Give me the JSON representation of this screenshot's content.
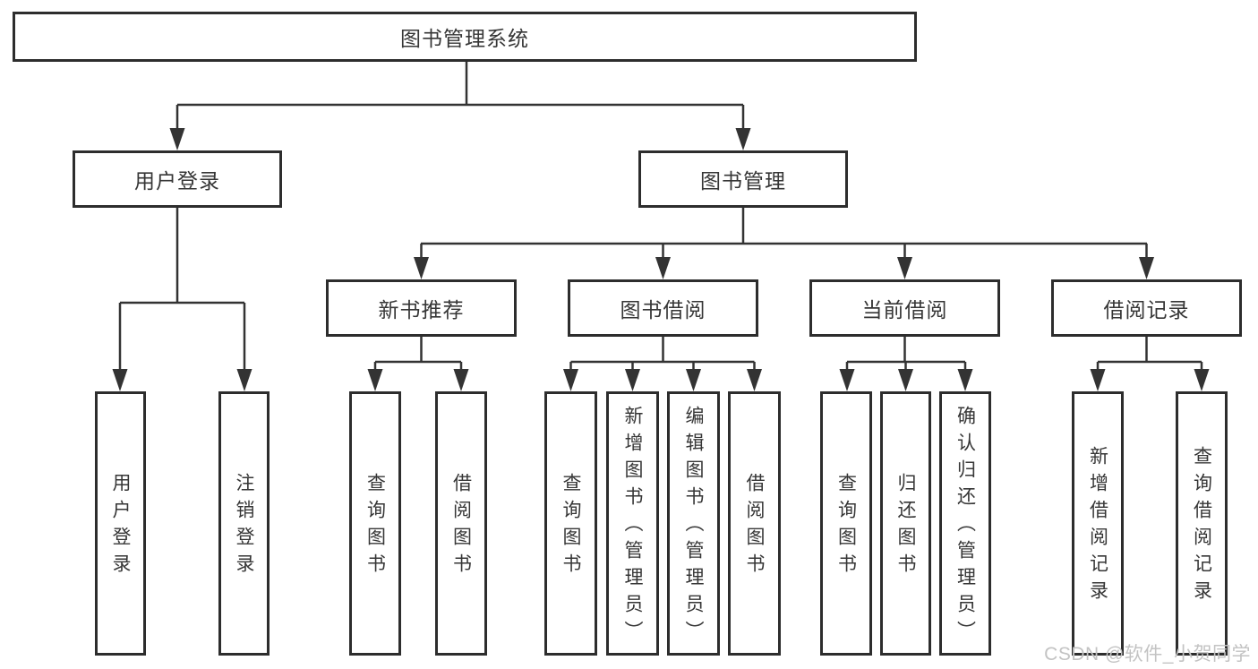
{
  "tree": {
    "root": {
      "label": "图书管理系统"
    },
    "level1": [
      {
        "label": "用户登录",
        "children": [
          {
            "label": "用户登录"
          },
          {
            "label": "注销登录"
          }
        ]
      },
      {
        "label": "图书管理",
        "children": [
          {
            "label": "新书推荐",
            "children": [
              {
                "label": "查询图书"
              },
              {
                "label": "借阅图书"
              }
            ]
          },
          {
            "label": "图书借阅",
            "children": [
              {
                "label": "查询图书"
              },
              {
                "label": "新增图书（管理员）"
              },
              {
                "label": "编辑图书（管理员）"
              },
              {
                "label": "借阅图书"
              }
            ]
          },
          {
            "label": "当前借阅",
            "children": [
              {
                "label": "查询图书"
              },
              {
                "label": "归还图书"
              },
              {
                "label": "确认归还（管理员）"
              }
            ]
          },
          {
            "label": "借阅记录",
            "children": [
              {
                "label": "新增借阅记录"
              },
              {
                "label": "查询借阅记录"
              }
            ]
          }
        ]
      }
    ]
  },
  "watermark": "CSDN @软件_小贺同学",
  "colors": {
    "box_border": "#2d2d2d",
    "connector": "#333333",
    "text": "#363636",
    "watermark": "#c3c3c3",
    "background": "#ffffff"
  }
}
